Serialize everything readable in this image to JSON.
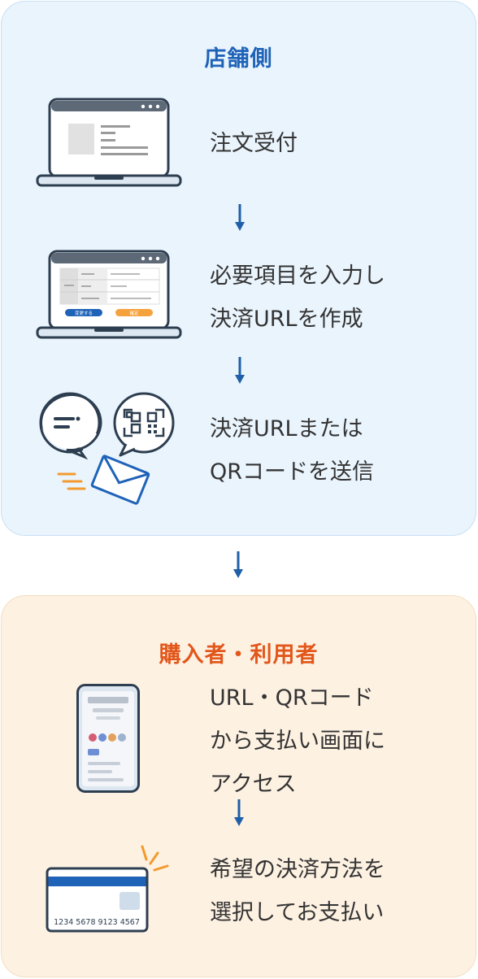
{
  "store_section": {
    "heading": "店舗側",
    "steps": [
      {
        "lines": [
          "注文受付"
        ],
        "icon": "laptop-icon"
      },
      {
        "lines": [
          "必要項目を入力し",
          "決済URLを作成"
        ],
        "icon": "laptop-form-icon"
      },
      {
        "lines": [
          "決済URLまたは",
          "QRコードを送信"
        ],
        "icon": "chat-qr-mail-icon"
      }
    ]
  },
  "user_section": {
    "heading": "購入者・利用者",
    "steps": [
      {
        "lines": [
          "URL・QRコード",
          "から支払い画面に",
          "アクセス"
        ],
        "icon": "smartphone-icon"
      },
      {
        "lines": [
          "希望の決済方法を",
          "選択してお支払い"
        ],
        "icon": "credit-card-icon"
      }
    ],
    "card_number": "1234 5678 9123 4567"
  },
  "form_buttons": [
    "変更する",
    "確定"
  ],
  "colors": {
    "store_accent": "#1f63b8",
    "user_accent": "#e2571b",
    "arrow": "#1f5fa8"
  }
}
